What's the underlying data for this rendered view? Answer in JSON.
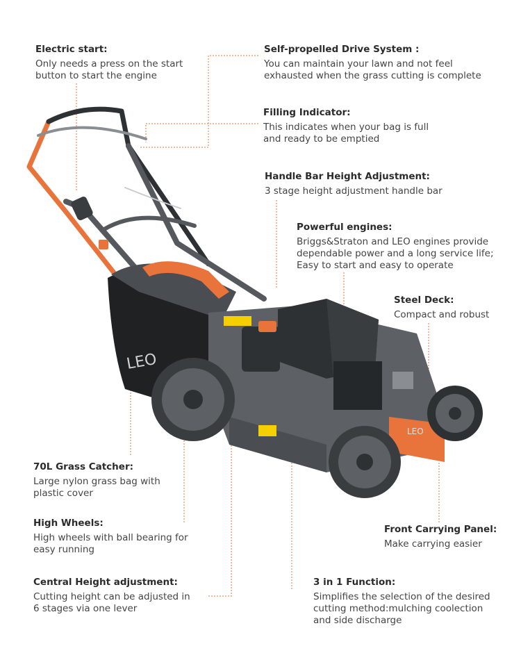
{
  "features": {
    "electric_start": {
      "title": "Electric start:",
      "desc": [
        "Only needs a press on the start",
        "button to start the engine"
      ]
    },
    "self_propelled": {
      "title": "Self-propelled Drive System :",
      "desc": [
        "You can maintain your lawn and not feel",
        "exhausted when the grass cutting is complete"
      ]
    },
    "filling_indicator": {
      "title": "Filling Indicator:",
      "desc": [
        "This indicates when your bag is full",
        "and ready to be emptied"
      ]
    },
    "handle_bar": {
      "title": "Handle Bar  Height Adjustment:",
      "desc": [
        "3 stage height adjustment handle bar"
      ]
    },
    "powerful_engines": {
      "title": "Powerful engines:",
      "desc": [
        "Briggs&Straton and LEO engines provide",
        "dependable power and a long service life;",
        "Easy to start and easy to operate"
      ]
    },
    "steel_deck": {
      "title": "Steel Deck:",
      "desc": [
        "Compact and robust"
      ]
    },
    "grass_catcher": {
      "title": "70L Grass Catcher:",
      "desc": [
        "Large nylon grass bag with",
        "plastic cover"
      ]
    },
    "high_wheels": {
      "title": "High Wheels:",
      "desc": [
        "High wheels with ball bearing for",
        "easy running"
      ]
    },
    "front_panel": {
      "title": "Front Carrying Panel:",
      "desc": [
        "Make carrying easier"
      ]
    },
    "central_height": {
      "title": "Central Height adjustment:",
      "desc": [
        "Cutting height can be adjusted in",
        "6 stages via one lever"
      ]
    },
    "three_in_one": {
      "title": "3 in 1 Function:",
      "desc": [
        "Simplifies the selection of the desired",
        "cutting method:mulching coolection",
        "and side discharge"
      ]
    }
  },
  "brand": "LEO",
  "colors": {
    "accent": "#e8743b",
    "body": "#55595e",
    "dark": "#2e3134",
    "bag": "#1f2123"
  }
}
